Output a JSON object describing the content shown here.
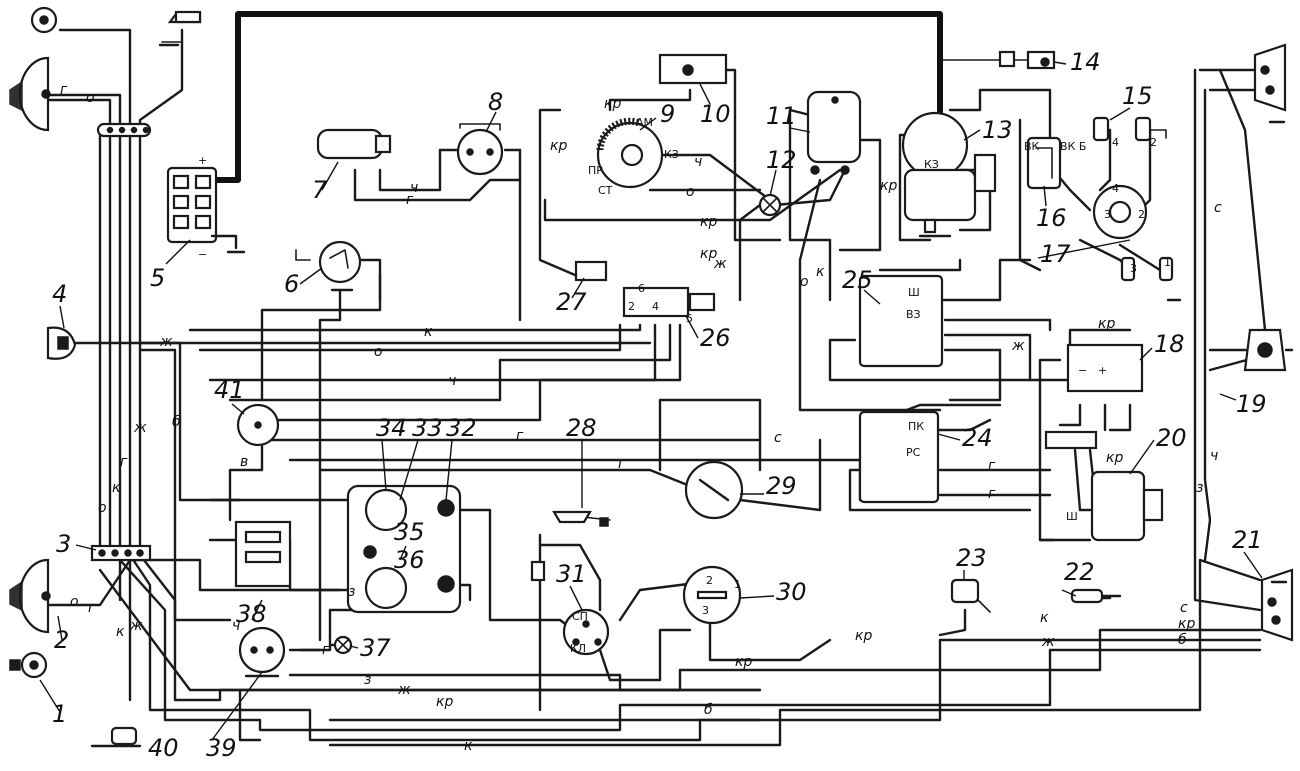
{
  "component_numbers": [
    "1",
    "2",
    "3",
    "4",
    "5",
    "6",
    "7",
    "8",
    "9",
    "10",
    "11",
    "12",
    "13",
    "14",
    "15",
    "16",
    "17",
    "18",
    "19",
    "20",
    "21",
    "22",
    "23",
    "24",
    "25",
    "26",
    "27",
    "28",
    "29",
    "30",
    "31",
    "32",
    "33",
    "34",
    "35",
    "36",
    "37",
    "38",
    "39",
    "40",
    "41"
  ],
  "wire_codes": {
    "k": "к",
    "kr": "кр",
    "zh": "ж",
    "o": "о",
    "ch": "ч",
    "g": "г",
    "b": "б",
    "s": "с",
    "z": "з",
    "v": "в"
  },
  "terminal_labels": {
    "am": "АМ",
    "pr": "ПР",
    "st": "СТ",
    "kz": "КЗ",
    "vz": "ВЗ",
    "sh": "Ш",
    "pk": "ПК",
    "rs": "РС",
    "sp": "СП",
    "kl": "КЛ",
    "vk": "ВК",
    "vkb": "ВК Б",
    "plus": "+",
    "minus": "−",
    "one": "1",
    "two": "2",
    "three": "3",
    "four": "4",
    "five": "5",
    "six": "6"
  },
  "colors": {
    "ink": "#1a1a1a",
    "paper": "#ffffff"
  },
  "icons": [
    "headlight-icon",
    "sidelight-icon",
    "horn-icon",
    "battery-icon",
    "switch-icon",
    "lamp-icon",
    "fuse-icon",
    "ground-icon"
  ]
}
